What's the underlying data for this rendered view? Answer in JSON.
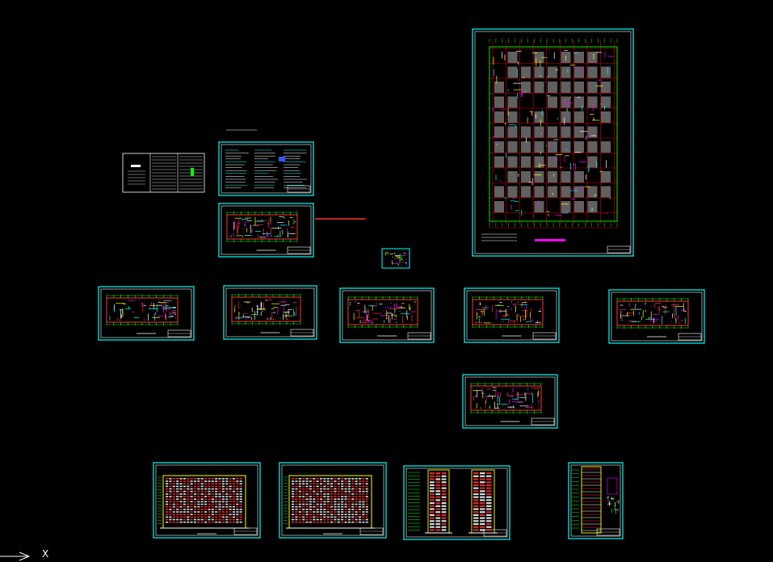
{
  "app": {
    "viewport": "cad-model-space",
    "background": "#000000"
  },
  "colors": {
    "frame": "#00ffff",
    "wall": "#ff3333",
    "accent_yellow": "#ffff00",
    "accent_magenta": "#ff00ff",
    "accent_green": "#00ff00",
    "white": "#ffffff",
    "grey": "#808080",
    "blue": "#3355ff",
    "grid_red": "#cc0000"
  },
  "ucs": {
    "icon": "ucs-arrow-icon",
    "axis_label": "X"
  },
  "sheets": [
    {
      "id": "sheet-drawing-index",
      "kind": "table"
    },
    {
      "id": "sheet-design-notes",
      "kind": "text"
    },
    {
      "id": "sheet-site-plan-strip",
      "kind": "strip-plan"
    },
    {
      "id": "sheet-small-detail",
      "kind": "detail"
    },
    {
      "id": "sheet-basement-plan",
      "kind": "big-plan"
    },
    {
      "id": "sheet-floor-plan-1",
      "kind": "plan"
    },
    {
      "id": "sheet-floor-plan-2",
      "kind": "plan"
    },
    {
      "id": "sheet-floor-plan-3",
      "kind": "plan"
    },
    {
      "id": "sheet-floor-plan-4",
      "kind": "plan"
    },
    {
      "id": "sheet-floor-plan-5",
      "kind": "plan"
    },
    {
      "id": "sheet-roof-plan",
      "kind": "plan"
    },
    {
      "id": "sheet-front-elevation",
      "kind": "elevation"
    },
    {
      "id": "sheet-rear-elevation",
      "kind": "elevation"
    },
    {
      "id": "sheet-side-elevations",
      "kind": "side-elevation"
    },
    {
      "id": "sheet-section",
      "kind": "section"
    }
  ]
}
